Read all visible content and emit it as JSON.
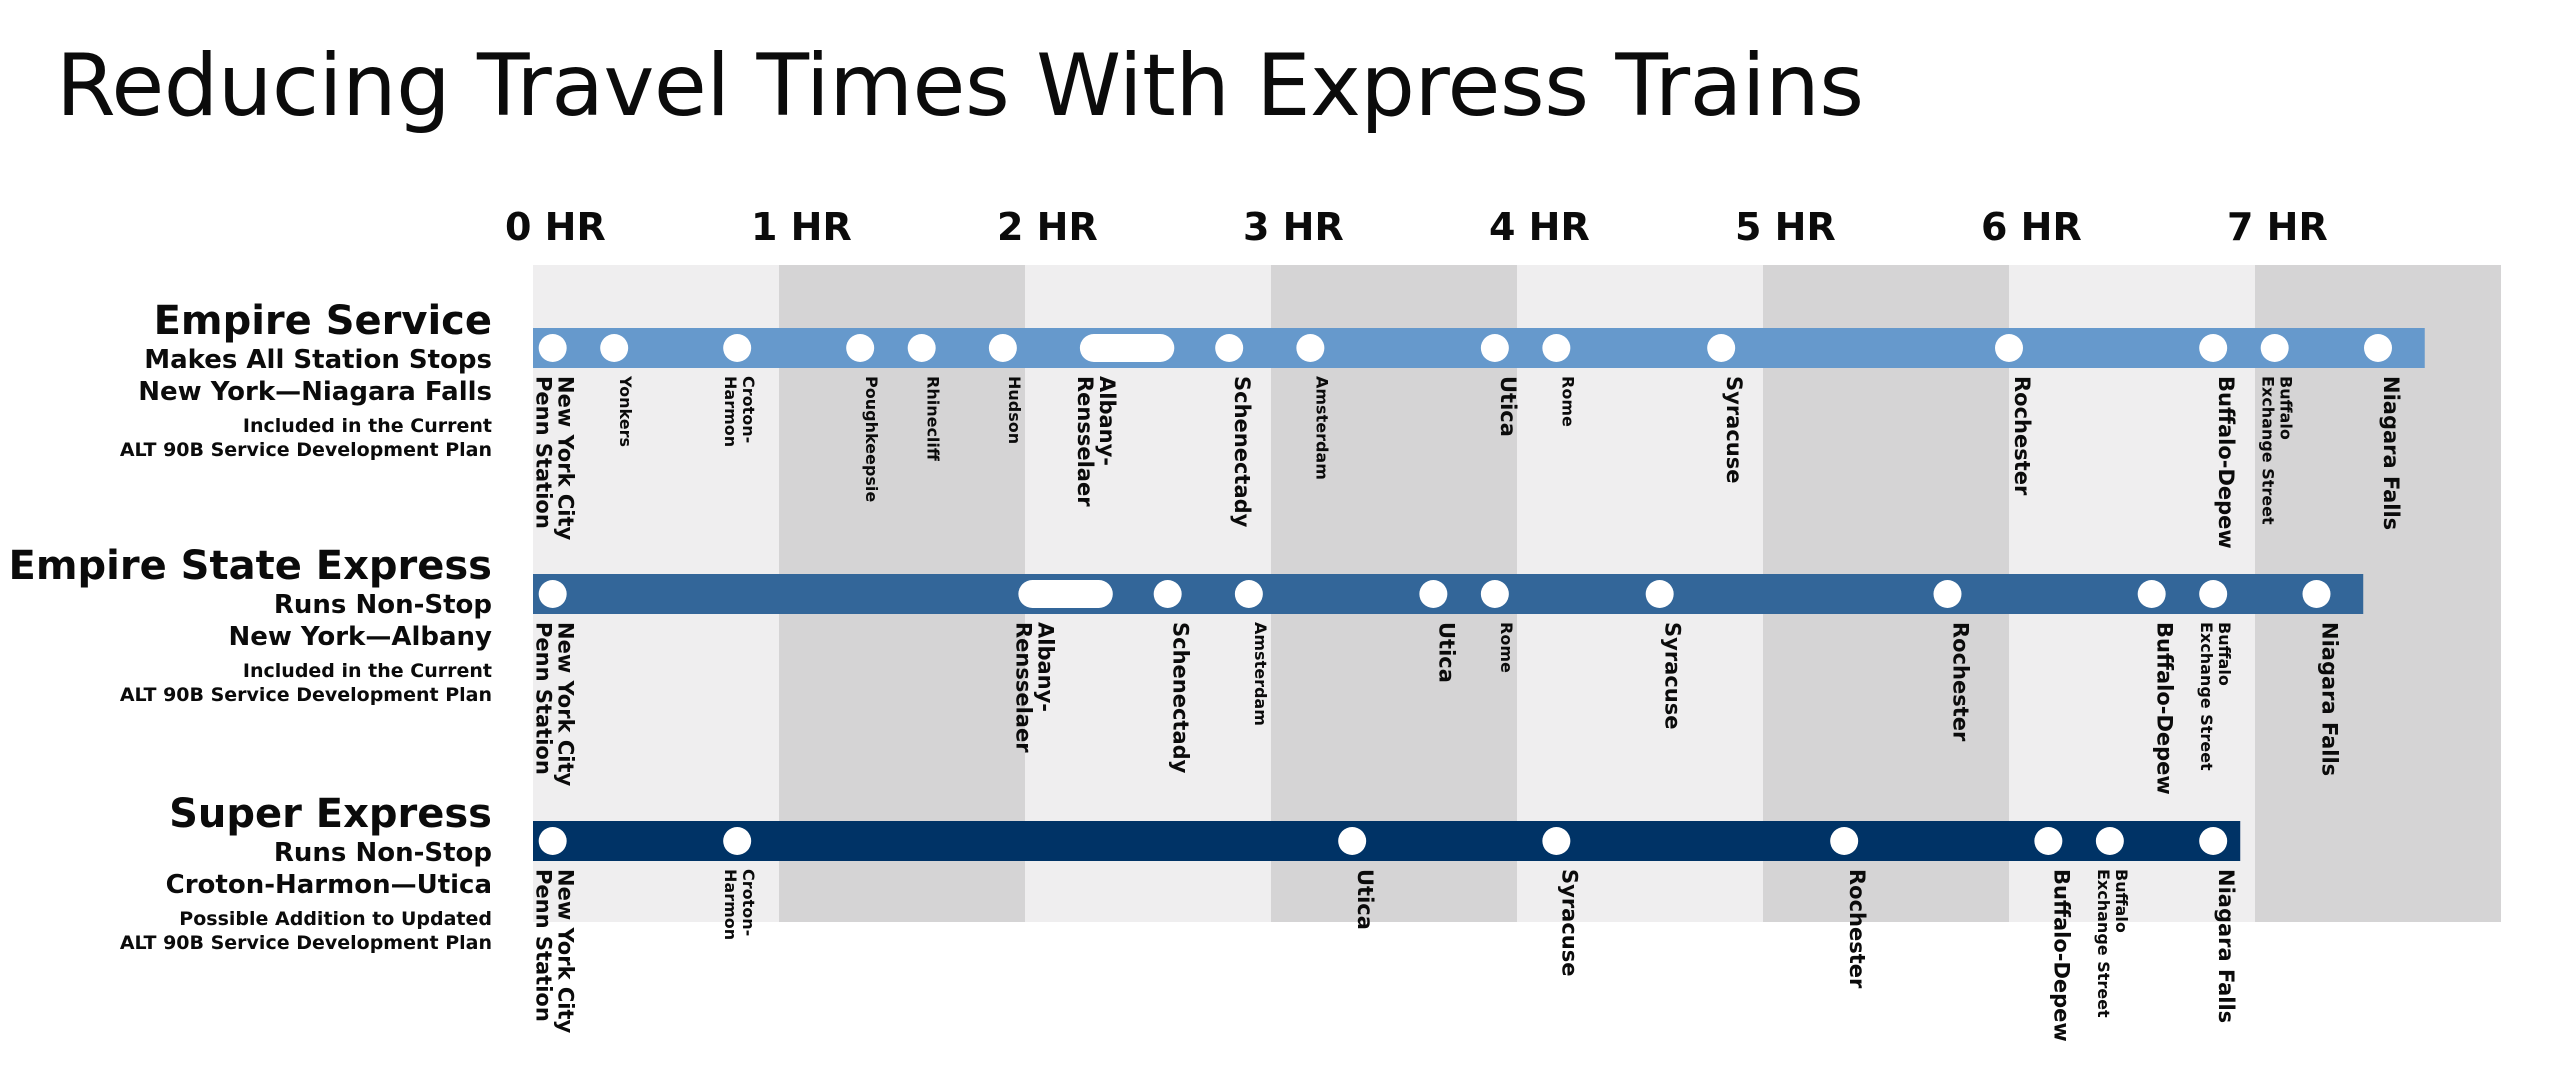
{
  "title": "Reducing Travel Times With Express Trains",
  "colors": {
    "band_light": "#efeeef",
    "band_dark": "#d5d4d5",
    "empire_service": "#6699cc",
    "empire_state_express": "#336699",
    "super_express": "#003366",
    "stop": "#ffffff"
  },
  "axis": {
    "unit": "HR",
    "max_hours": 8,
    "ticks": [
      {
        "hours": 0,
        "label": "0 HR"
      },
      {
        "hours": 1,
        "label": "1 HR"
      },
      {
        "hours": 2,
        "label": "2 HR"
      },
      {
        "hours": 3,
        "label": "3 HR"
      },
      {
        "hours": 4,
        "label": "4 HR"
      },
      {
        "hours": 5,
        "label": "5 HR"
      },
      {
        "hours": 6,
        "label": "6 HR"
      },
      {
        "hours": 7,
        "label": "7 HR"
      }
    ]
  },
  "routes": [
    {
      "id": "empire-service",
      "name": "Empire Service",
      "desc": [
        "Makes All Station Stops",
        "New York—Niagara Falls"
      ],
      "plan": [
        "Included in the Current",
        "ALT 90B Service Development Plan"
      ],
      "color_key": "empire_service",
      "end_hours": 7.69,
      "stops": [
        {
          "name": [
            "New York City",
            "Penn Station"
          ],
          "hours": 0.08,
          "emph": true
        },
        {
          "name": [
            "Yonkers"
          ],
          "hours": 0.33,
          "emph": false
        },
        {
          "name": [
            "Croton-",
            "Harmon"
          ],
          "hours": 0.83,
          "emph": false
        },
        {
          "name": [
            "Poughkeepsie"
          ],
          "hours": 1.33,
          "emph": false
        },
        {
          "name": [
            "Rhinecliff"
          ],
          "hours": 1.58,
          "emph": false
        },
        {
          "name": [
            "Hudson"
          ],
          "hours": 1.91,
          "emph": false
        },
        {
          "name": [
            "Albany-",
            "Rensselaer"
          ],
          "hours": 2.28,
          "hours_end": 2.55,
          "emph": true
        },
        {
          "name": [
            "Schenectady"
          ],
          "hours": 2.83,
          "emph": true
        },
        {
          "name": [
            "Amsterdam"
          ],
          "hours": 3.16,
          "emph": false
        },
        {
          "name": [
            "Utica"
          ],
          "hours": 3.91,
          "emph": true
        },
        {
          "name": [
            "Rome"
          ],
          "hours": 4.16,
          "emph": false
        },
        {
          "name": [
            "Syracuse"
          ],
          "hours": 4.83,
          "emph": true
        },
        {
          "name": [
            "Rochester"
          ],
          "hours": 6.0,
          "emph": true
        },
        {
          "name": [
            "Buffalo-Depew"
          ],
          "hours": 6.83,
          "emph": true
        },
        {
          "name": [
            "Buffalo",
            "Exchange Street"
          ],
          "hours": 7.08,
          "emph": false
        },
        {
          "name": [
            "Niagara Falls"
          ],
          "hours": 7.5,
          "emph": true
        }
      ]
    },
    {
      "id": "empire-state-express",
      "name": "Empire State Express",
      "desc": [
        "Runs Non-Stop",
        "New York—Albany"
      ],
      "plan": [
        "Included in the Current",
        "ALT 90B Service Development Plan"
      ],
      "color_key": "empire_state_express",
      "end_hours": 7.44,
      "stops": [
        {
          "name": [
            "New York City",
            "Penn Station"
          ],
          "hours": 0.08,
          "emph": true
        },
        {
          "name": [
            "Albany-",
            "Rensselaer"
          ],
          "hours": 2.03,
          "hours_end": 2.3,
          "emph": true
        },
        {
          "name": [
            "Schenectady"
          ],
          "hours": 2.58,
          "emph": true
        },
        {
          "name": [
            "Amsterdam"
          ],
          "hours": 2.91,
          "emph": false
        },
        {
          "name": [
            "Utica"
          ],
          "hours": 3.66,
          "emph": true
        },
        {
          "name": [
            "Rome"
          ],
          "hours": 3.91,
          "emph": false
        },
        {
          "name": [
            "Syracuse"
          ],
          "hours": 4.58,
          "emph": true
        },
        {
          "name": [
            "Rochester"
          ],
          "hours": 5.75,
          "emph": true
        },
        {
          "name": [
            "Buffalo-Depew"
          ],
          "hours": 6.58,
          "emph": true
        },
        {
          "name": [
            "Buffalo",
            "Exchange Street"
          ],
          "hours": 6.83,
          "emph": false
        },
        {
          "name": [
            "Niagara Falls"
          ],
          "hours": 7.25,
          "emph": true
        }
      ]
    },
    {
      "id": "super-express",
      "name": "Super Express",
      "desc": [
        "Runs Non-Stop",
        "Croton-Harmon—Utica"
      ],
      "plan": [
        "Possible Addition to Updated",
        "ALT 90B Service Development Plan"
      ],
      "color_key": "super_express",
      "end_hours": 6.94,
      "stops": [
        {
          "name": [
            "New York City",
            "Penn Station"
          ],
          "hours": 0.08,
          "emph": true
        },
        {
          "name": [
            "Croton-",
            "Harmon"
          ],
          "hours": 0.83,
          "emph": false
        },
        {
          "name": [
            "Utica"
          ],
          "hours": 3.33,
          "emph": true
        },
        {
          "name": [
            "Syracuse"
          ],
          "hours": 4.16,
          "emph": true
        },
        {
          "name": [
            "Rochester"
          ],
          "hours": 5.33,
          "emph": true
        },
        {
          "name": [
            "Buffalo-Depew"
          ],
          "hours": 6.16,
          "emph": true
        },
        {
          "name": [
            "Buffalo",
            "Exchange Street"
          ],
          "hours": 6.41,
          "emph": false
        },
        {
          "name": [
            "Niagara Falls"
          ],
          "hours": 6.83,
          "emph": true
        }
      ]
    }
  ]
}
